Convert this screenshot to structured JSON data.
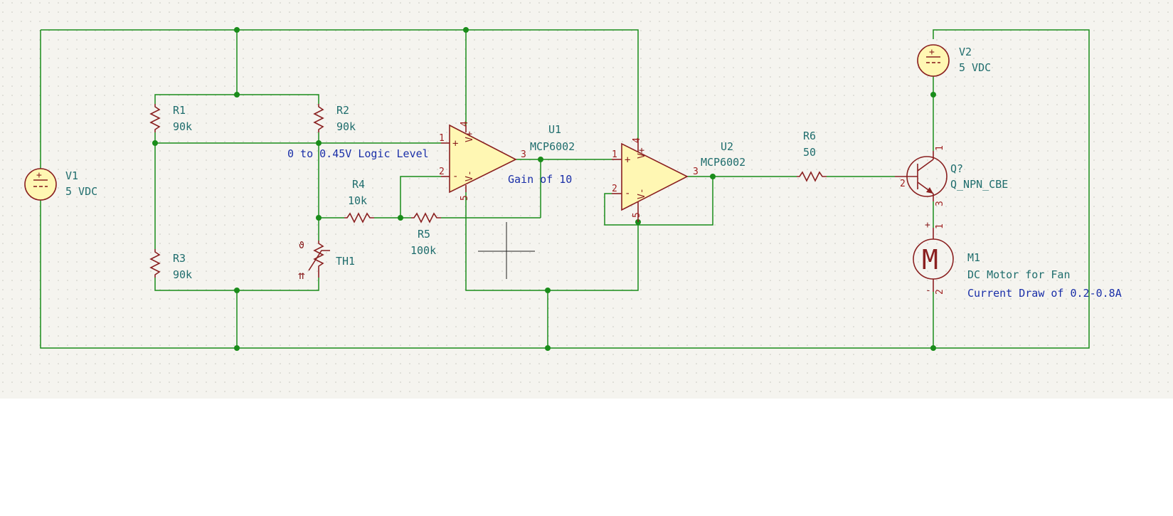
{
  "colors": {
    "sheet": "#f5f4ef",
    "grid": "#c8c8c0",
    "wire": "#1a8c1a",
    "part": "#8a2020",
    "part_fill": "#fff7b3",
    "ref_text": "#1f6d6d",
    "note_text": "#1a2fa8"
  },
  "components": {
    "V1": {
      "ref": "V1",
      "value": "5 VDC"
    },
    "V2": {
      "ref": "V2",
      "value": "5 VDC"
    },
    "R1": {
      "ref": "R1",
      "value": "90k"
    },
    "R2": {
      "ref": "R2",
      "value": "90k"
    },
    "R3": {
      "ref": "R3",
      "value": "90k"
    },
    "R4": {
      "ref": "R4",
      "value": "10k"
    },
    "R5": {
      "ref": "R5",
      "value": "100k"
    },
    "R6": {
      "ref": "R6",
      "value": "50"
    },
    "TH1": {
      "ref": "TH1"
    },
    "U1": {
      "ref": "U1",
      "value": "MCP6002"
    },
    "U2": {
      "ref": "U2",
      "value": "MCP6002"
    },
    "Q": {
      "ref": "Q?",
      "value": "Q_NPN_CBE"
    },
    "M1": {
      "ref": "M1",
      "value": "DC Motor for Fan"
    }
  },
  "notes": {
    "logic_level": "0 to 0.45V Logic Level",
    "gain": "Gain of 10",
    "current_draw": "Current Draw of 0.2-0.8A"
  },
  "pins": {
    "u1_p1": "1",
    "u1_p2": "2",
    "u1_p3": "3",
    "u1_p4": "4",
    "u1_p5": "5",
    "u2_p1": "1",
    "u2_p2": "2",
    "u2_p3": "3",
    "u2_p4": "4",
    "u2_p5": "5",
    "q_c": "1",
    "q_b": "2",
    "q_e": "3",
    "m_p1": "1",
    "m_p2": "2"
  },
  "symbols": {
    "plus": "+",
    "minus": "-",
    "vplus": "V+",
    "vminus": "V-",
    "motor": "M",
    "theta": "ϑ",
    "thermal_arrows": "⇈"
  }
}
